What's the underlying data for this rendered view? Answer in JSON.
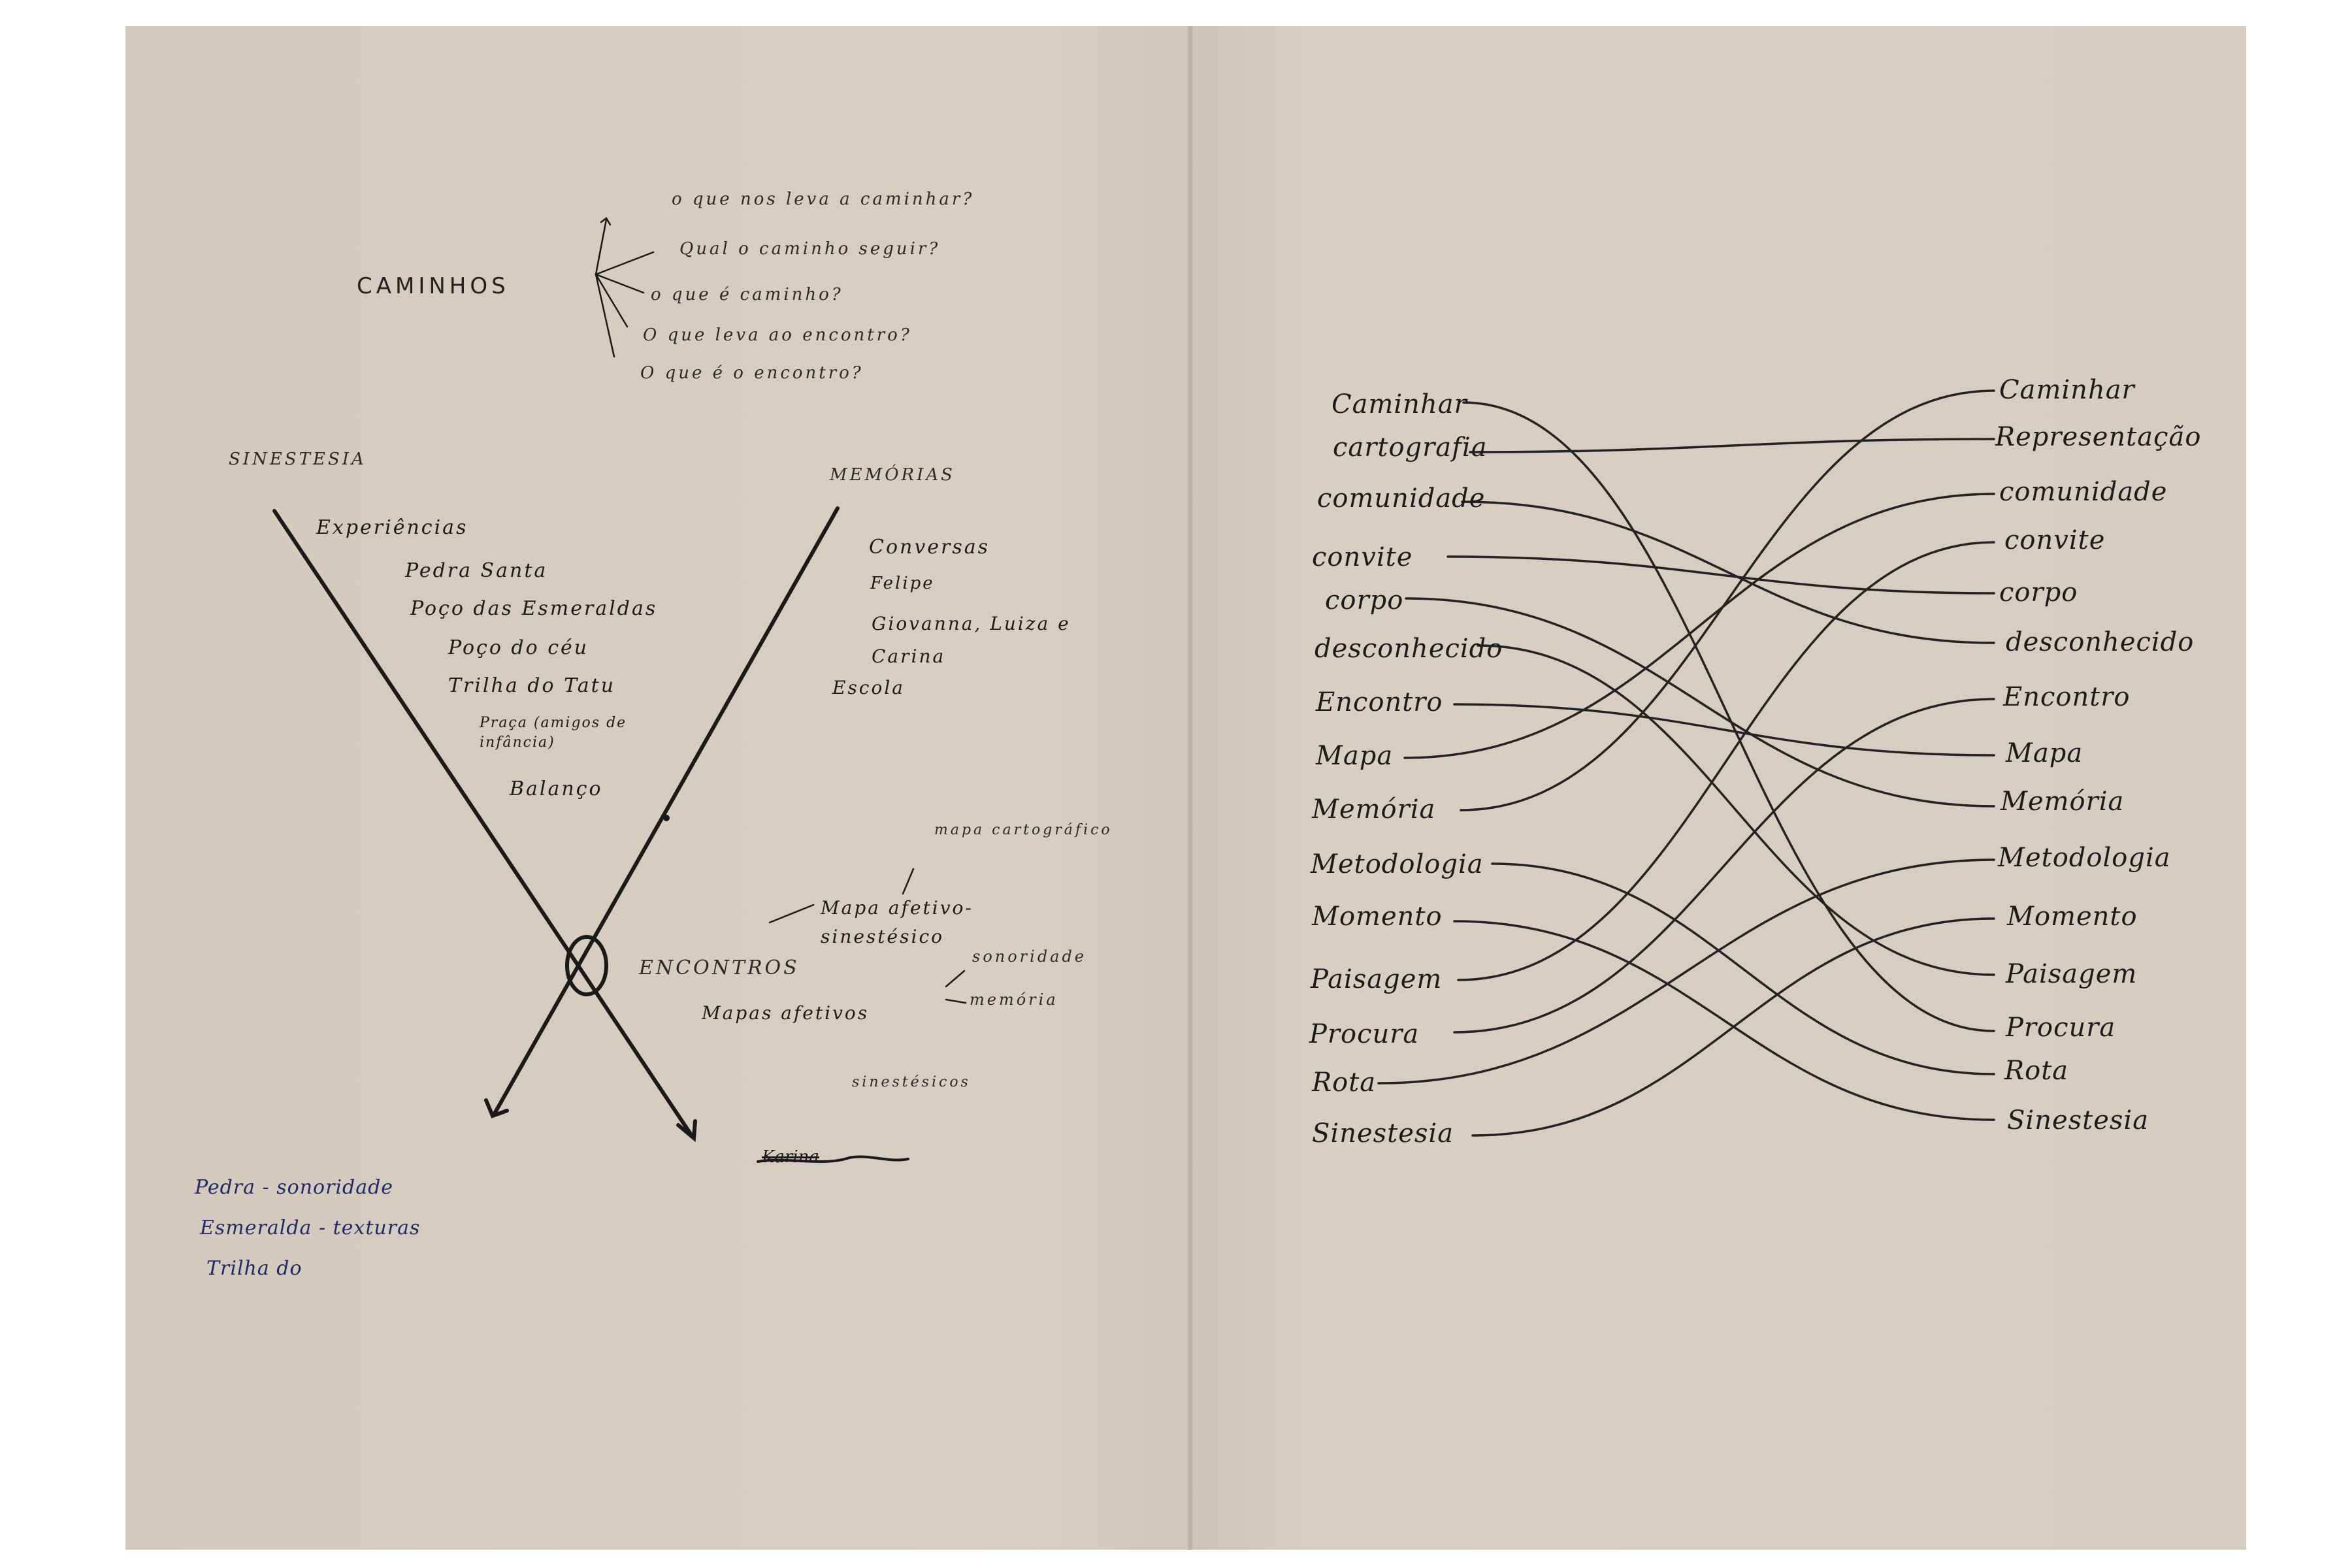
{
  "left_page": {
    "title": "CAMINHOS",
    "questions": [
      "o que nos leva a caminhar?",
      "Qual o caminho seguir?",
      "o que é caminho?",
      "O que leva ao encontro?",
      "O que é o encontro?"
    ],
    "axis_left_label": "SINESTESIA",
    "axis_right_label": "MEMÓRIAS",
    "experiencias": {
      "heading": "Experiências",
      "items": [
        "Pedra Santa",
        "Poço das Esmeraldas",
        "Poço do céu",
        "Trilha do Tatu",
        "Praça (amigos de infância)",
        "Balanço"
      ]
    },
    "conversas": {
      "heading": "Conversas",
      "items": [
        "Felipe",
        "Giovanna, Luiza e Carina",
        "Escola"
      ]
    },
    "center_label": "ENCONTROS",
    "mapa_group": [
      "Mapa afetivo-sinestésico",
      "mapa cartográfico",
      "Mapas afetivos",
      "sonoridade",
      "memória",
      "sinestésicos"
    ],
    "crossed_word": "Karina",
    "blue_notes": [
      "Pedra - sonoridade",
      "Esmeralda - texturas",
      "Trilha do"
    ]
  },
  "right_page": {
    "left_words": [
      "Caminhar",
      "cartografia",
      "comunidade",
      "convite",
      "corpo",
      "desconhecido",
      "Encontro",
      "Mapa",
      "Memória",
      "Metodologia",
      "Momento",
      "Paisagem",
      "Procura",
      "Rota",
      "Sinestesia"
    ],
    "right_words": [
      "Caminhar",
      "Representação",
      "comunidade",
      "convite",
      "corpo",
      "desconhecido",
      "Encontro",
      "Mapa",
      "Memória",
      "Metodologia",
      "Momento",
      "Paisagem",
      "Procura",
      "Rota",
      "Sinestesia"
    ],
    "connections": [
      [
        0,
        12
      ],
      [
        1,
        1
      ],
      [
        2,
        5
      ],
      [
        3,
        4
      ],
      [
        4,
        8
      ],
      [
        5,
        11
      ],
      [
        6,
        7
      ],
      [
        7,
        2
      ],
      [
        8,
        0
      ],
      [
        9,
        13
      ],
      [
        10,
        14
      ],
      [
        11,
        3
      ],
      [
        12,
        6
      ],
      [
        13,
        9
      ],
      [
        14,
        10
      ]
    ]
  }
}
